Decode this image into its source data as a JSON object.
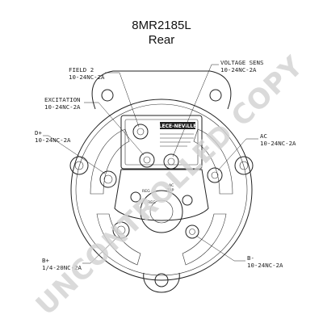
{
  "header": {
    "part_number": "8MR2185L",
    "view": "Rear"
  },
  "plate": {
    "brand": "LECE-NEVILLE"
  },
  "internal_labels": {
    "reg": "REG",
    "ac_tap": "AC TAP",
    "ac_tap_line1": "AC",
    "ac_tap_line2": "TAP"
  },
  "callouts": [
    {
      "id": "field2",
      "name": "FIELD 2",
      "thread": "10-24NC-2A"
    },
    {
      "id": "voltage_sense",
      "name": "VOLTAGE SENS",
      "thread": "10-24NC-2A"
    },
    {
      "id": "excitation",
      "name": "EXCITATION",
      "thread": "10-24NC-2A"
    },
    {
      "id": "d_plus",
      "name": "D+",
      "thread": "10-24NC-2A"
    },
    {
      "id": "ac",
      "name": "AC",
      "thread": "10-24NC-2A"
    },
    {
      "id": "b_plus",
      "name": "B+",
      "thread": "1/4-20NC-2A"
    },
    {
      "id": "b_minus",
      "name": "B-",
      "thread": "10-24NC-2A"
    }
  ],
  "watermark": {
    "text": "UNCONTROLLED COPY"
  },
  "colors": {
    "line": "#222222",
    "watermark": "#d2d2d2",
    "background": "#ffffff"
  }
}
